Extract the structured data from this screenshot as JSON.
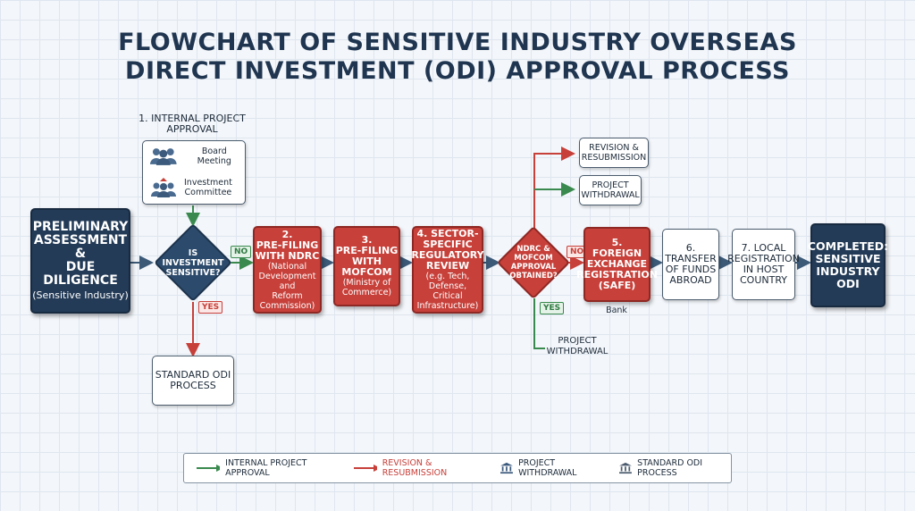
{
  "title": {
    "line1": "FLOWCHART OF SENSITIVE INDUSTRY OVERSEAS",
    "line2": "DIRECT INVESTMENT (ODI) APPROVAL PROCESS"
  },
  "internal_approval": {
    "heading_line1": "1. INTERNAL PROJECT",
    "heading_line2": "APPROVAL",
    "item1": "Board Meeting",
    "item2_line1": "Investment",
    "item2_line2": "Committee"
  },
  "preliminary": {
    "line1": "PRELIMINARY",
    "line2": "ASSESSMENT &",
    "line3": "DUE DILIGENCE",
    "line4": "(Sensitive Industry)"
  },
  "decision1": {
    "line1": "IS",
    "line2": "INVESTMENT",
    "line3": "SENSITIVE?",
    "no": "NO",
    "yes": "YES"
  },
  "standard_odi": {
    "line1": "STANDARD ODI",
    "line2": "PROCESS"
  },
  "ndrc": {
    "line1": "2.",
    "line2": "PRE-FILING",
    "line3": "WITH NDRC",
    "line4": "(National",
    "line5": "Development and",
    "line6": "Reform",
    "line7": "Commission)"
  },
  "mofcom": {
    "line1": "3.",
    "line2": "PRE-FILING",
    "line3": "WITH",
    "line4": "MOFCOM",
    "line5": "(Ministry of",
    "line6": "Commerce)"
  },
  "sector": {
    "line1": "4. SECTOR-",
    "line2": "SPECIFIC",
    "line3": "REGULATORY",
    "line4": "REVIEW",
    "line5": "(e.g. Tech,",
    "line6": "Defense, Critical",
    "line7": "Infrastructure)"
  },
  "decision2": {
    "line1": "NDRC &",
    "line2": "MOFCOM",
    "line3": "APPROVAL",
    "line4": "OBTAINED?",
    "no": "NO",
    "yes": "YES"
  },
  "revision": {
    "line1": "REVISION &",
    "line2": "RESUBMISSION"
  },
  "withdrawal_top": {
    "line1": "PROJECT",
    "line2": "WITHDRAWAL"
  },
  "withdrawal_bottom": {
    "line1": "PROJECT",
    "line2": "WITHDRAWAL"
  },
  "forex": {
    "line1": "5.",
    "line2": "FOREIGN",
    "line3": "EXCHANGE",
    "line4": "REGISTRATION",
    "line5": "(SAFE)",
    "caption": "Bank"
  },
  "transfer": {
    "line1": "6. TRANSFER",
    "line2": "OF FUNDS",
    "line3": "ABROAD"
  },
  "local": {
    "line1": "7. LOCAL",
    "line2": "REGISTRATION",
    "line3": "IN HOST",
    "line4": "COUNTRY"
  },
  "completed": {
    "line1": "COMPLETED:",
    "line2": "SENSITIVE",
    "line3": "INDUSTRY",
    "line4": "ODI"
  },
  "legend": {
    "item1": "INTERNAL PROJECT APPROVAL",
    "item2": "REVISION & RESUBMISSION",
    "item3": "PROJECT WITHDRAWAL",
    "item4": "STANDARD ODI PROCESS"
  },
  "colors": {
    "green": "#3a8a4f",
    "red": "#c7403a",
    "navy": "#233b57",
    "blue_arrow": "#3c5a78"
  }
}
